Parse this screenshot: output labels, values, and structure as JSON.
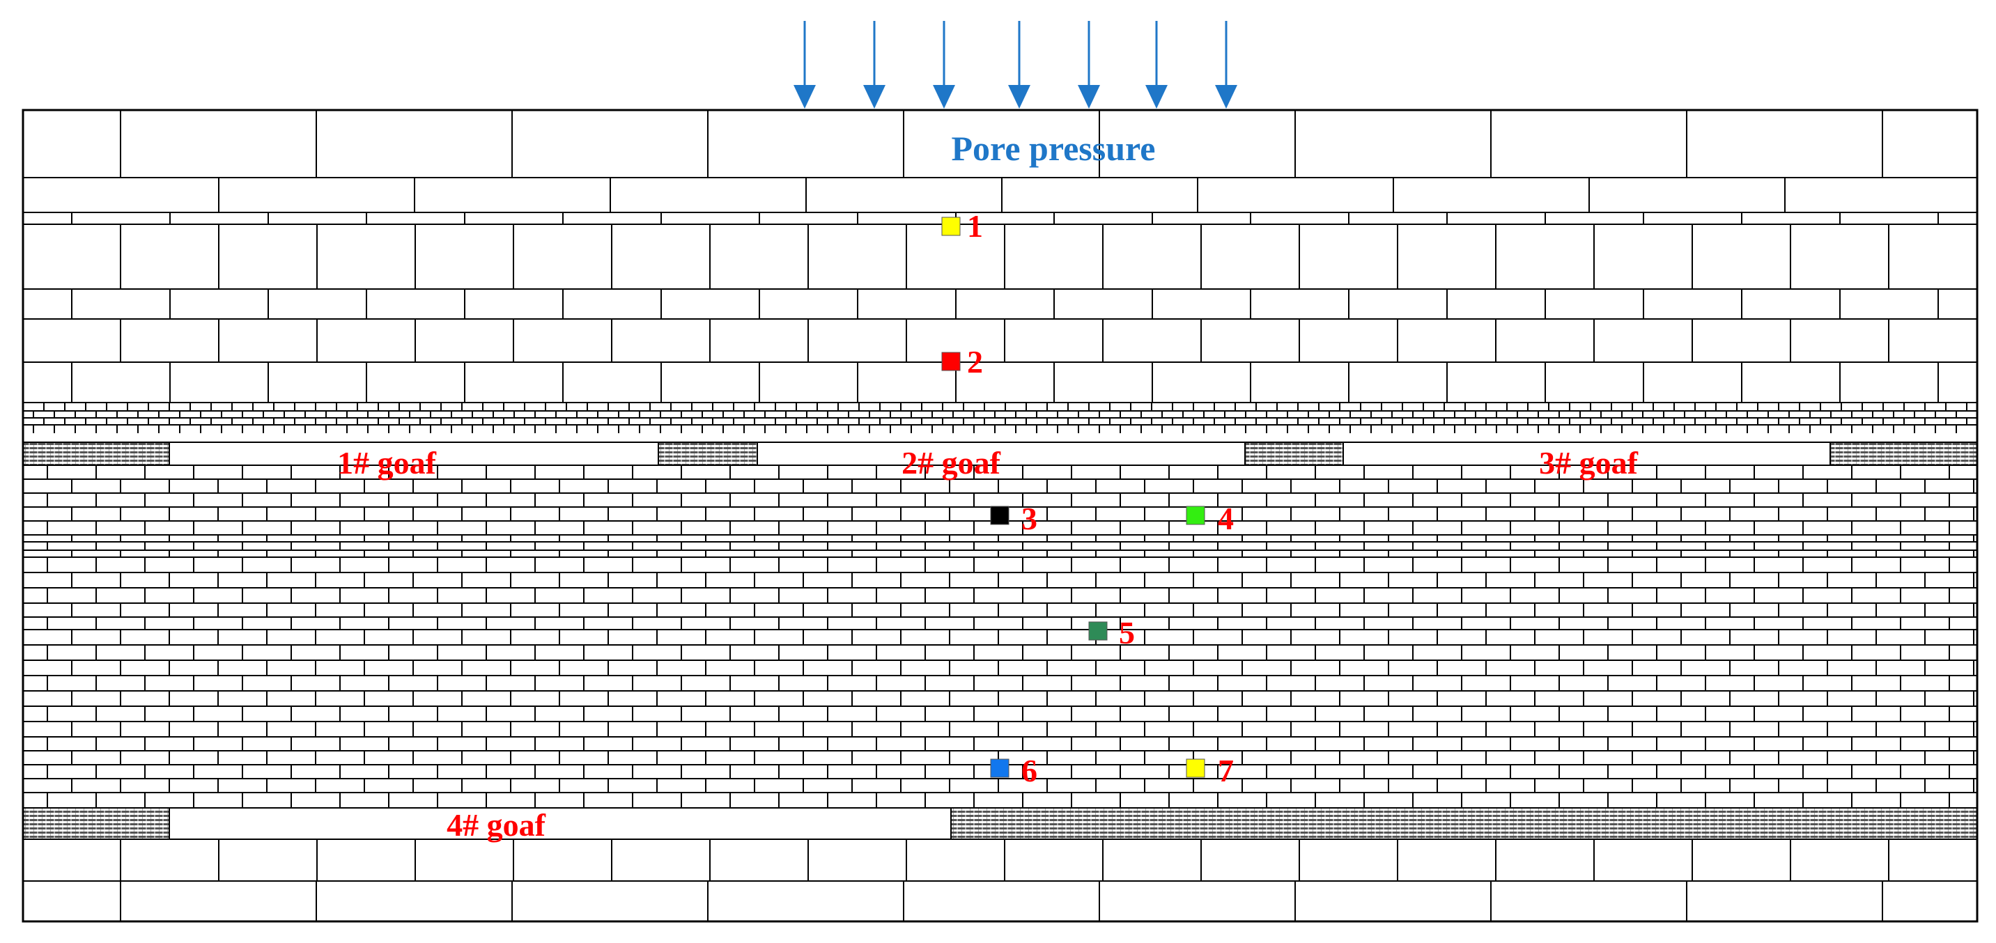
{
  "load": {
    "label": "Pore pressure",
    "arrow_count": 7,
    "color": "#1F77C8"
  },
  "goafs": [
    {
      "label": "1# goaf"
    },
    {
      "label": "2# goaf"
    },
    {
      "label": "3# goaf"
    },
    {
      "label": "4# goaf"
    }
  ],
  "monitoring_points": [
    {
      "label": "1",
      "color": "#FFFF00"
    },
    {
      "label": "2",
      "color": "#FF0000"
    },
    {
      "label": "3",
      "color": "#000000"
    },
    {
      "label": "4",
      "color": "#33EE11"
    },
    {
      "label": "5",
      "color": "#2E8B57"
    },
    {
      "label": "6",
      "color": "#1177EE"
    },
    {
      "label": "7",
      "color": "#FFFF00"
    }
  ],
  "colors": {
    "label_red": "#FF0000",
    "line": "#000000",
    "fill_dark": "#444444"
  }
}
